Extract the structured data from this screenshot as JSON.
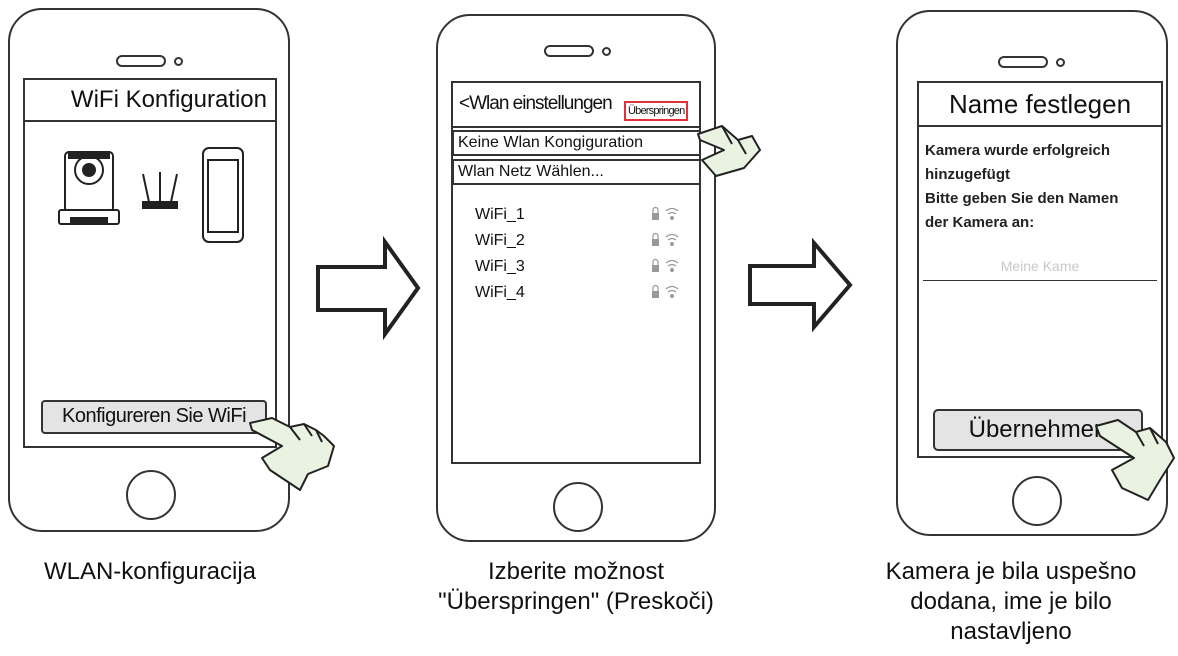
{
  "phone1": {
    "title": "WiFi Konfiguration",
    "button_label": "Konfigureren Sie WiFi",
    "caption": "WLAN-konfiguracija"
  },
  "phone2": {
    "title": "<Wlan einstellungen",
    "skip_label": "Überspringen",
    "menu": [
      "Keine Wlan Kongiguration",
      "Wlan Netz Wählen..."
    ],
    "networks": [
      "WiFi_1",
      "WiFi_2",
      "WiFi_3",
      "WiFi_4"
    ],
    "caption_line1": "Izberite možnost",
    "caption_line2": "\"Überspringen\" (Preskoči)"
  },
  "phone3": {
    "title": "Name festlegen",
    "message_line1": "Kamera wurde erfolgreich",
    "message_line2": "hinzugefügt",
    "message_line3": "Bitte geben Sie den Namen",
    "message_line4": "der Kamera an:",
    "input_placeholder": "Meine Kame",
    "button_label": "Übernehmen",
    "caption_line1": "Kamera je bila uspešno",
    "caption_line2": "dodana, ime je bilo",
    "caption_line3": "nastavljeno"
  },
  "colors": {
    "outline": "#333333",
    "highlight": "#e0303a",
    "hand_fill": "#eaf3e2",
    "button_fill": "#e4e4e4"
  },
  "icons": [
    "camera-icon",
    "router-icon",
    "phone-icon",
    "hand-pointer-icon",
    "arrow-right-icon",
    "lock-icon",
    "wifi-signal-icon"
  ]
}
